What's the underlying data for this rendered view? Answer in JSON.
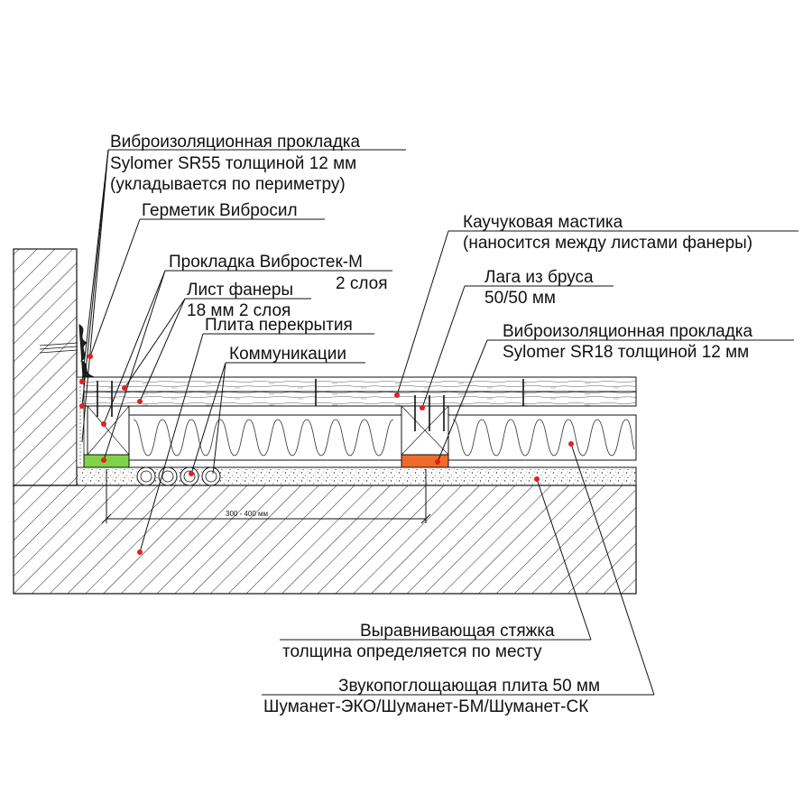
{
  "labels": {
    "perimeter_pad": [
      "Виброизоляционная прокладка",
      "Sylomer SR55 толщиной 12 мм",
      "(укладывается по периметру)"
    ],
    "sealant": "Герметик Вибросил",
    "vibrostek": [
      "Прокладка Вибростек-М",
      "2 слоя"
    ],
    "plywood": [
      "Лист фанеры",
      "18 мм 2 слоя"
    ],
    "slab": "Плита перекрытия",
    "communications": "Коммуникации",
    "mastic": [
      "Каучуковая мастика",
      "(наносится между листами фанеры)"
    ],
    "joist": [
      "Лага из бруса",
      "50/50 мм"
    ],
    "sr18_pad": [
      "Виброизоляционная прокладка",
      "Sylomer SR18 толщиной 12 мм"
    ],
    "screed": [
      "Выравнивающая стяжка",
      "толщина определяется по месту"
    ],
    "absorber": [
      "Звукопоглощающая плита 50 мм",
      "Шуманет-ЭКО/Шуманет-БМ/Шуманет-СК"
    ]
  },
  "dimension": "300 - 400 мм",
  "colors": {
    "sr55_pad": "#7fd24a",
    "sr18_pad": "#f06a2a",
    "marker": "#e02020",
    "line": "#111111",
    "sealant": "#222222"
  }
}
